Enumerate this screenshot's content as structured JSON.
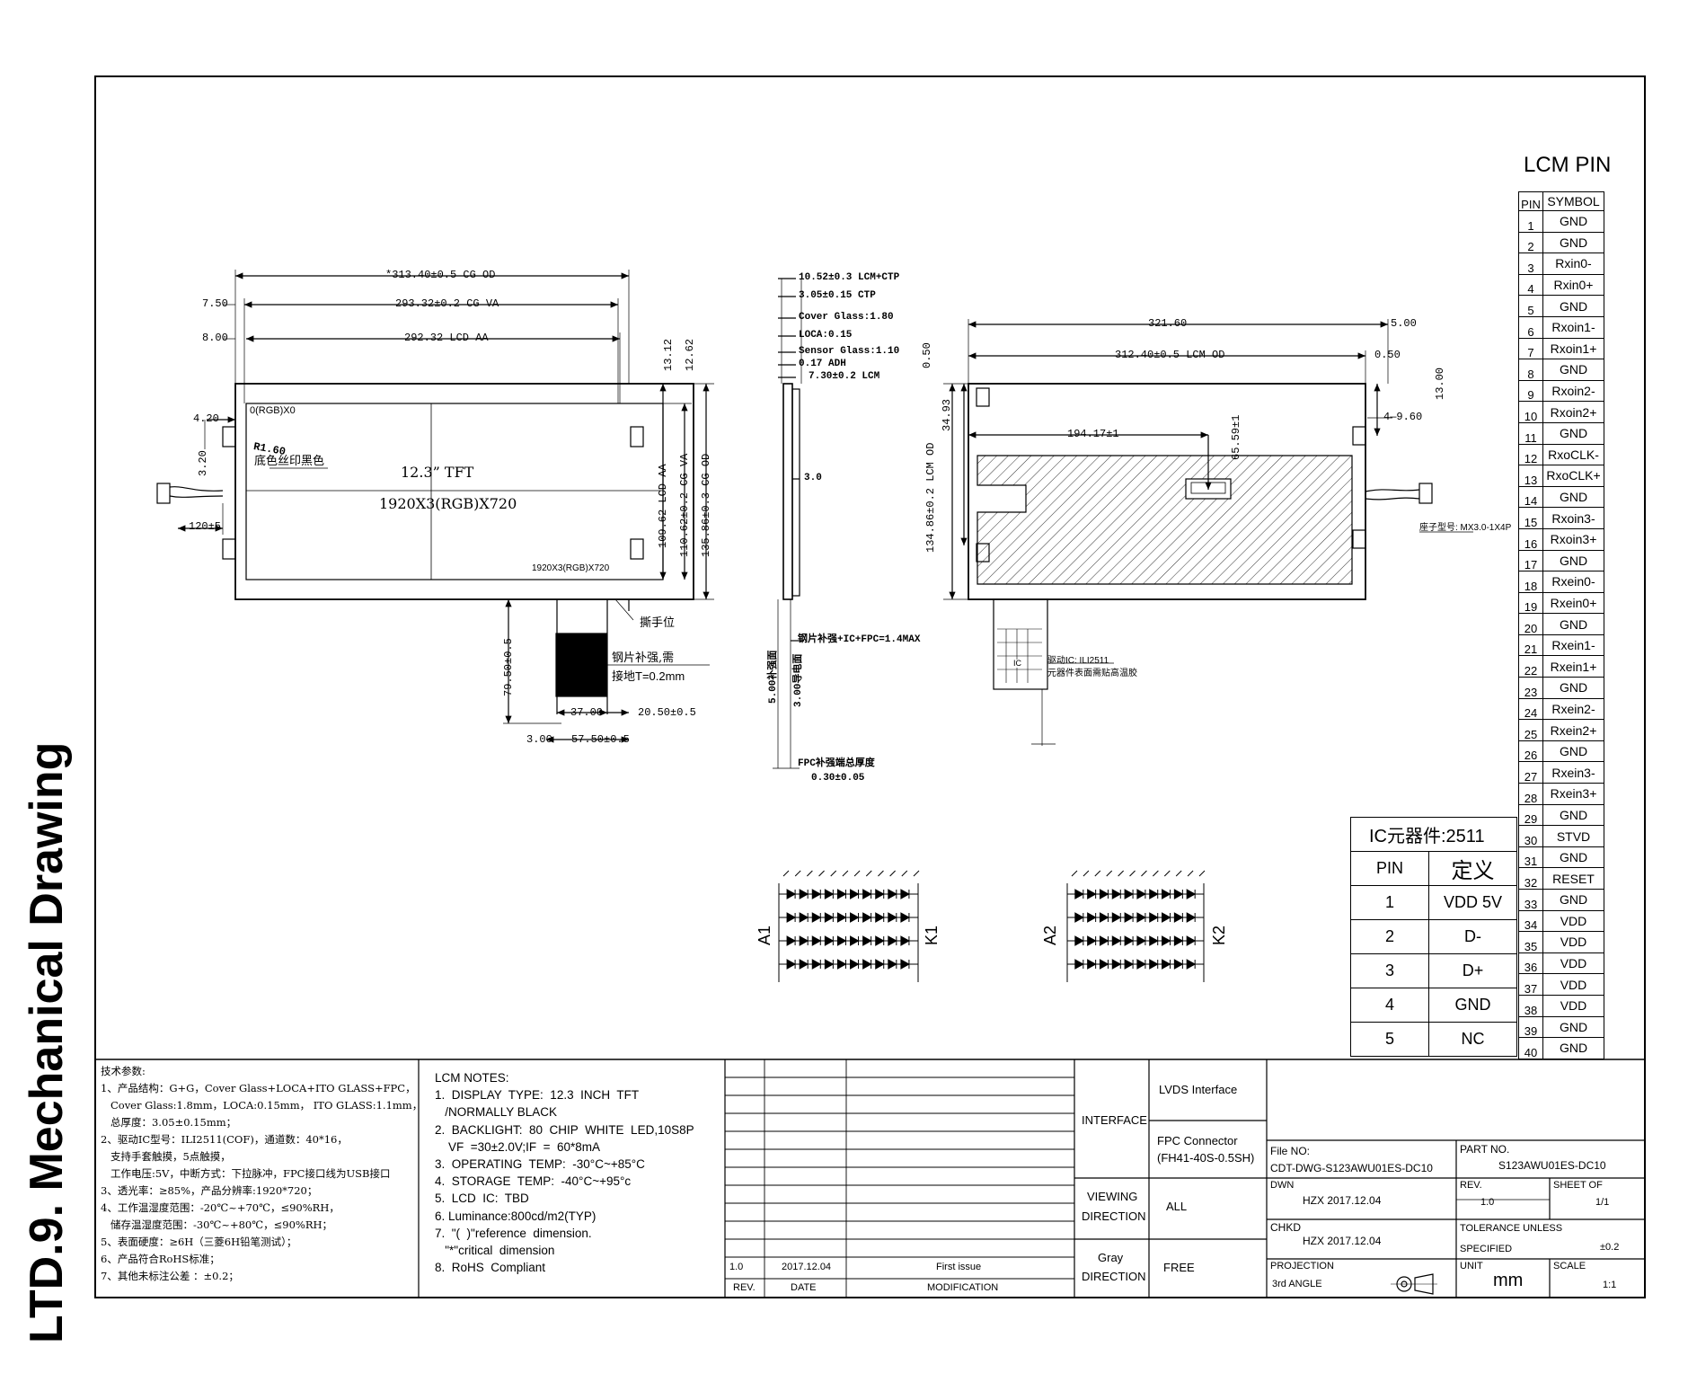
{
  "page": {
    "side_title": "LTD.9. Mechanical Drawing"
  },
  "front_view": {
    "dims": {
      "cg_od_width": "*313.40±0.5 CG OD",
      "cg_va_width": "293.32±0.2 CG VA",
      "lcd_aa_width": "292.32 LCD AA",
      "left_750": "7.50",
      "left_800": "8.00",
      "left_420": "4.20",
      "left_320": "3.20",
      "r160": "R1.60",
      "top_1312": "13.12",
      "top_1262": "12.62",
      "lcd_aa_height": "109.62 LCD AA",
      "cg_va_height": "110.62±0.2 CG VA",
      "cg_od_height": "135.86±0.3 CG OD",
      "cable_120": "120±5",
      "fpc_7950": "79.50±0.5",
      "fpc_3700": "37.00",
      "fpc_2050": "20.50±0.5",
      "fpc_300": "3.00",
      "fpc_5750": "57.50±0.5"
    },
    "labels": {
      "origin": "0(RGB)X0",
      "silk": "底色丝印黑色",
      "size": "12.3” TFT",
      "resolution": "1920X3(RGB)X720",
      "corner_res": "1920X3(RGB)X720",
      "tear_tab": "撕手位",
      "steel_line1": "钢片补强,需",
      "steel_line2": "接地T=0.2mm"
    }
  },
  "side_view": {
    "dims": {
      "total": "10.52±0.3 LCM+CTP",
      "ctp": "3.05±0.15 CTP",
      "cover": "Cover Glass:1.80",
      "loca": "LOCA:0.15",
      "sensor": "Sensor Glass:1.10",
      "adh": "0.17 ADH",
      "lcm": "7.30±0.2 LCM",
      "d30": "3.0",
      "ic_fpc": "钢片补强+IC+FPC=1.4MAX",
      "v500": "5.00补强面",
      "v300": "3.00导电面",
      "fpc_thk_label": "FPC补强端总厚度",
      "fpc_thk": "0.30±0.05"
    }
  },
  "back_view": {
    "dims": {
      "w32160": "321.60",
      "w500": "5.00",
      "lcm_od_w": "312.40±0.5 LCM OD",
      "w050r": "0.50",
      "w050l": "0.50",
      "h3493": "34.93",
      "d19417": "194.17±1",
      "d6559": "65.59±1",
      "lcm_od_h": "134.86±0.2 LCM OD",
      "d1300": "13.00",
      "d960": "4—9.60",
      "conn_label": "座子型号: MX3.0-1X4P",
      "ic_label": "驱动IC: ILI2511",
      "ic_note": "元器件表面需贴高温胶",
      "ic_box": "IC"
    }
  },
  "led_circuits": [
    {
      "anode": "A1",
      "cathode": "K1"
    },
    {
      "anode": "A2",
      "cathode": "K2"
    }
  ],
  "lcm_pin": {
    "title": "LCM PIN",
    "headers": [
      "PIN",
      "SYMBOL"
    ],
    "rows": [
      [
        "1",
        "GND"
      ],
      [
        "2",
        "GND"
      ],
      [
        "3",
        "Rxin0-"
      ],
      [
        "4",
        "Rxin0+"
      ],
      [
        "5",
        "GND"
      ],
      [
        "6",
        "Rxoin1-"
      ],
      [
        "7",
        "Rxoin1+"
      ],
      [
        "8",
        "GND"
      ],
      [
        "9",
        "Rxoin2-"
      ],
      [
        "10",
        "Rxoin2+"
      ],
      [
        "11",
        "GND"
      ],
      [
        "12",
        "RxoCLK-"
      ],
      [
        "13",
        "RxoCLK+"
      ],
      [
        "14",
        "GND"
      ],
      [
        "15",
        "Rxoin3-"
      ],
      [
        "16",
        "Rxoin3+"
      ],
      [
        "17",
        "GND"
      ],
      [
        "18",
        "Rxein0-"
      ],
      [
        "19",
        "Rxein0+"
      ],
      [
        "20",
        "GND"
      ],
      [
        "21",
        "Rxein1-"
      ],
      [
        "22",
        "Rxein1+"
      ],
      [
        "23",
        "GND"
      ],
      [
        "24",
        "Rxein2-"
      ],
      [
        "25",
        "Rxein2+"
      ],
      [
        "26",
        "GND"
      ],
      [
        "27",
        "Rxein3-"
      ],
      [
        "28",
        "Rxein3+"
      ],
      [
        "29",
        "GND"
      ],
      [
        "30",
        "STVD"
      ],
      [
        "31",
        "GND"
      ],
      [
        "32",
        "RESET"
      ],
      [
        "33",
        "GND"
      ],
      [
        "34",
        "VDD"
      ],
      [
        "35",
        "VDD"
      ],
      [
        "36",
        "VDD"
      ],
      [
        "37",
        "VDD"
      ],
      [
        "38",
        "VDD"
      ],
      [
        "39",
        "GND"
      ],
      [
        "40",
        "GND"
      ]
    ]
  },
  "ic_table": {
    "title": "IC元器件:2511",
    "headers": [
      "PIN",
      "定义"
    ],
    "rows": [
      [
        "1",
        "VDD 5V"
      ],
      [
        "2",
        "D-"
      ],
      [
        "3",
        "D+"
      ],
      [
        "4",
        "GND"
      ],
      [
        "5",
        "NC"
      ]
    ]
  },
  "tech_params": {
    "title": "技术参数:",
    "lines": [
      "1、产品结构：G+G，Cover Glass+LOCA+ITO GLASS+FPC，",
      "   Cover Glass:1.8mm，LOCA:0.15mm， ITO GLASS:1.1mm，",
      "   总厚度：3.05±0.15mm；",
      "2、驱动IC型号：ILI2511(COF)，通道数：40*16，",
      "   支持手套触摸，5点触摸，",
      "   工作电压:5V，中断方式：下拉脉冲，FPC接口线为USB接口",
      "3、透光率：≥85%，产品分辨率:1920*720；",
      "4、工作温湿度范围：-20℃~+70℃，≤90%RH，",
      "   储存温湿度范围：-30℃~+80℃，≤90%RH；",
      "5、表面硬度：≥6H（三菱6H铅笔测试）；",
      "6、产品符合RoHS标准；",
      "7、其他未标注公差 ：±0.2；"
    ]
  },
  "lcm_notes": {
    "title": "LCM NOTES:",
    "lines": [
      "1.  DISPLAY  TYPE:  12.3  INCH  TFT",
      "   /NORMALLY BLACK",
      "2.  BACKLIGHT:  80  CHIP  WHITE  LED,10S8P",
      "    VF  =30±2.0V;IF  =  60*8mA",
      "3.  OPERATING  TEMP:  -30°C~+85°C",
      "4.  STORAGE  TEMP:  -40°C~+95°c",
      "5.  LCD  IC:  TBD",
      "6. Luminance:800cd/m2(TYP)",
      "7.  \"(  )\"reference  dimension.",
      "   \"*\"critical  dimension",
      "8.  RoHS  Compliant"
    ]
  },
  "revision": {
    "rev": "1.0",
    "date": "2017.12.04",
    "modification": "First issue",
    "col_rev": "REV.",
    "col_date": "DATE",
    "col_mod": "MODIFICATION"
  },
  "interface": {
    "interface_label": "INTERFACE",
    "lvds": "LVDS Interface",
    "fpc_conn_1": "FPC Connector",
    "fpc_conn_2": "(FH41-40S-0.5SH)",
    "viewing_1": "VIEWING",
    "viewing_2": "DIRECTION",
    "viewing_val": "ALL",
    "gray_1": "Gray",
    "gray_2": "DIRECTION",
    "gray_val": "FREE"
  },
  "title_block": {
    "file_no_label": "File NO:",
    "file_no": "CDT-DWG-S123AWU01ES-DC10",
    "part_no_label": "PART NO.",
    "part_no": "S123AWU01ES-DC10",
    "dwn_label": "DWN",
    "dwn": "HZX  2017.12.04",
    "rev_label": "REV.",
    "rev": "1.0",
    "sheet_label": "SHEET OF",
    "sheet": "1/1",
    "chkd_label": "CHKD",
    "chkd": "HZX  2017.12.04",
    "tol_label_1": "TOLERANCE UNLESS",
    "tol_label_2": "SPECIFIED",
    "tol": "±0.2",
    "proj_label": "PROJECTION",
    "proj": "3rd ANGLE",
    "unit_label": "UNIT",
    "unit": "mm",
    "scale_label": "SCALE",
    "scale": "1:1"
  }
}
